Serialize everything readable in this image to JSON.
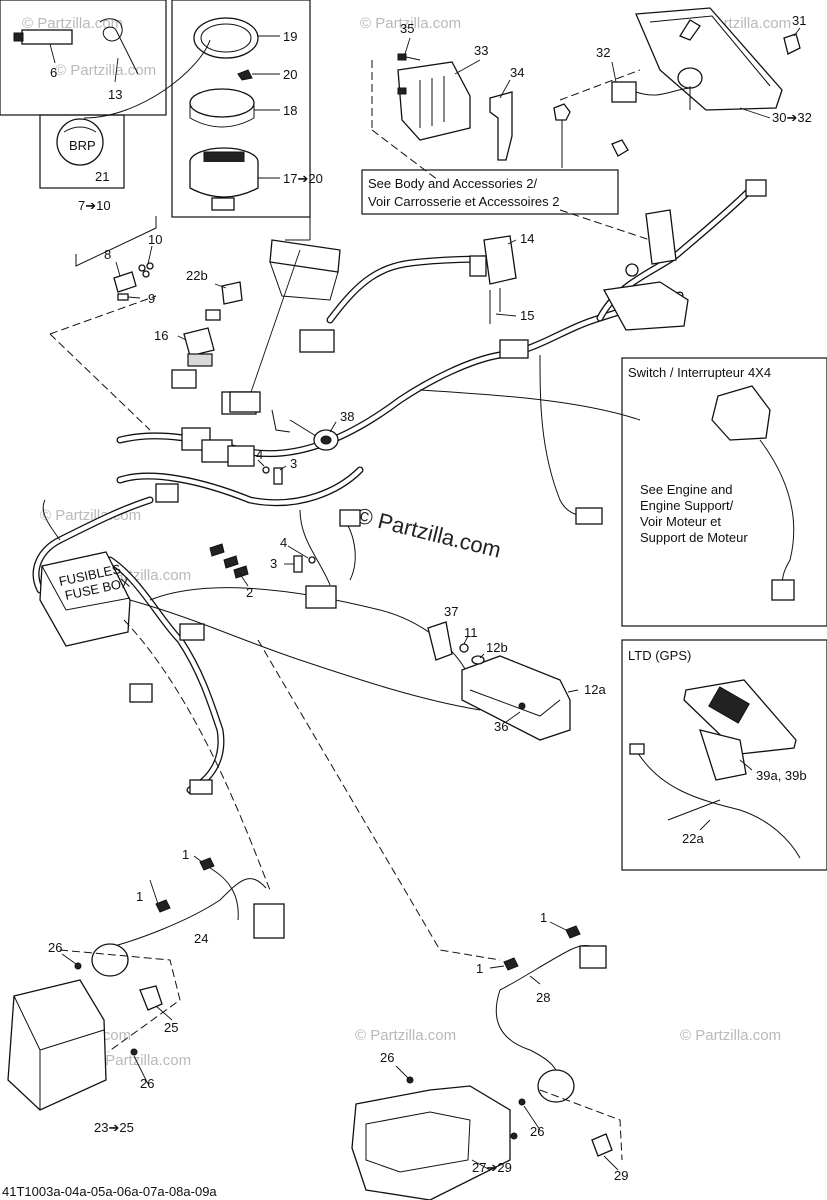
{
  "watermark": {
    "brand": "© Partzilla.com",
    "brand_center": "© Partzilla.com"
  },
  "figure_code": "41T1003a-04a-05a-06a-07a-08a-09a",
  "notes": {
    "body_accessories": [
      "See Body and Accessories 2/",
      "Voir Carrosserie et Accessoires 2"
    ],
    "engine_support": [
      "See Engine and",
      "Engine Support/",
      "Voir Moteur et",
      "Support de Moteur"
    ]
  },
  "insets": {
    "switch_4x4": "Switch / Interrupteur 4X4",
    "ltd_gps": "LTD (GPS)"
  },
  "fuse_box_labels": [
    "FUSIBLES",
    "FUSE BOX"
  ],
  "gauge_logo": "BRP",
  "callouts": {
    "c1a": "1",
    "c1b": "1",
    "c1c": "1",
    "c1d": "1",
    "c2": "2",
    "c3a": "3",
    "c3b": "3",
    "c4a": "4",
    "c4b": "4",
    "c6": "6",
    "c7_10": "7➔10",
    "c8": "8",
    "c9": "9",
    "c10": "10",
    "c11": "11",
    "c12a": "12a",
    "c12b": "12b",
    "c13": "13",
    "c14": "14",
    "c15": "15",
    "c16": "16",
    "c17_20": "17➔20",
    "c18": "18",
    "c19": "19",
    "c20": "20",
    "c21": "21",
    "c22a": "22a",
    "c22b": "22b",
    "c23_25": "23➔25",
    "c24": "24",
    "c25": "25",
    "c26a": "26",
    "c26b": "26",
    "c26c": "26",
    "c26d": "26",
    "c27_29": "27➔29",
    "c28": "28",
    "c29": "29",
    "c30_32": "30➔32",
    "c31": "31",
    "c32": "32",
    "c33": "33",
    "c34": "34",
    "c35": "35",
    "c36": "36",
    "c37": "37",
    "c38": "38",
    "c39": "39a, 39b"
  }
}
